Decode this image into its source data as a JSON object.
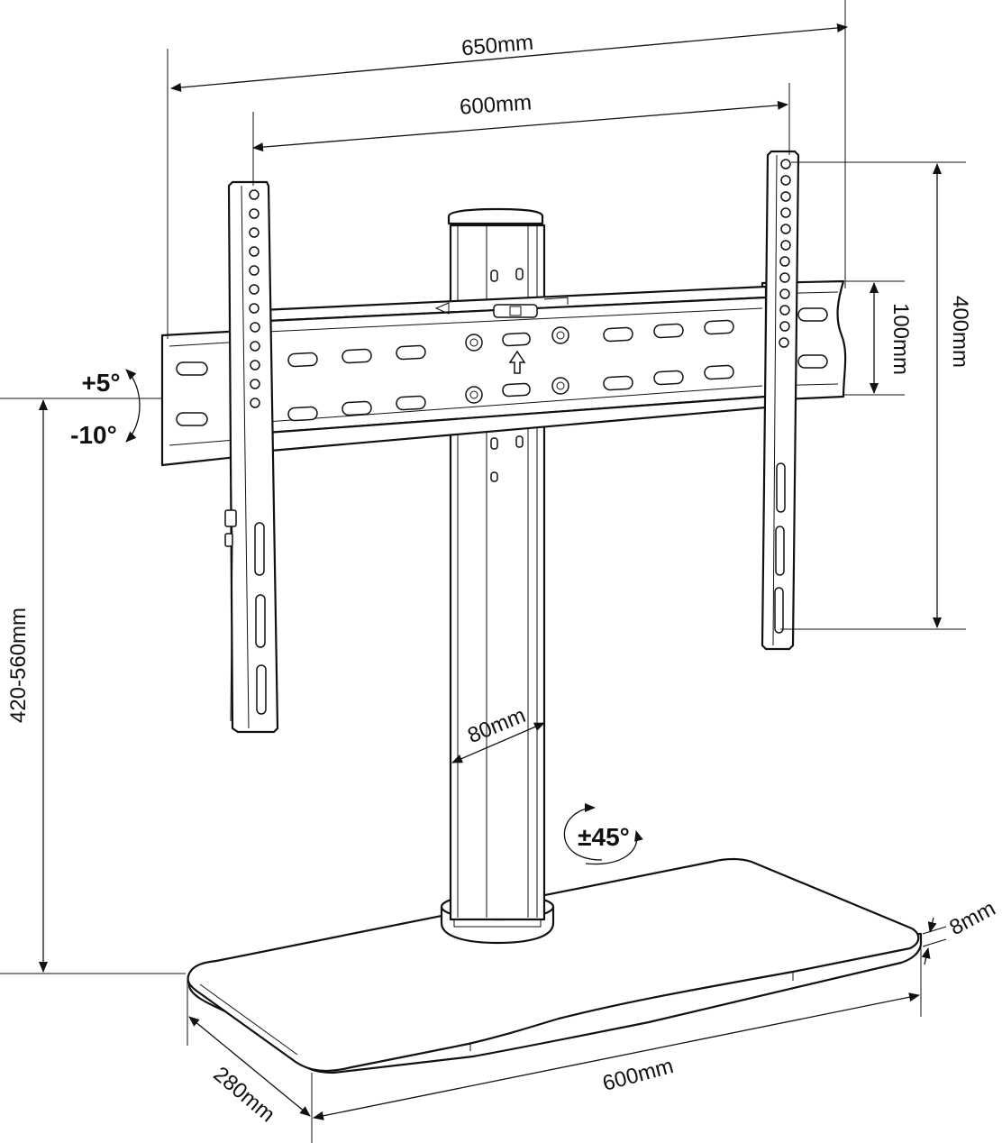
{
  "dimensions": {
    "outer_width": "650mm",
    "vesa_width": "600mm",
    "vesa_height": "400mm",
    "bar_height": "100mm",
    "pole_width": "80mm",
    "height_range": "420-560mm",
    "base_depth": "280mm",
    "base_width": "600mm",
    "base_thickness": "8mm"
  },
  "angles": {
    "tilt_up": "+5°",
    "tilt_down": "-10°",
    "swivel": "±45°"
  }
}
